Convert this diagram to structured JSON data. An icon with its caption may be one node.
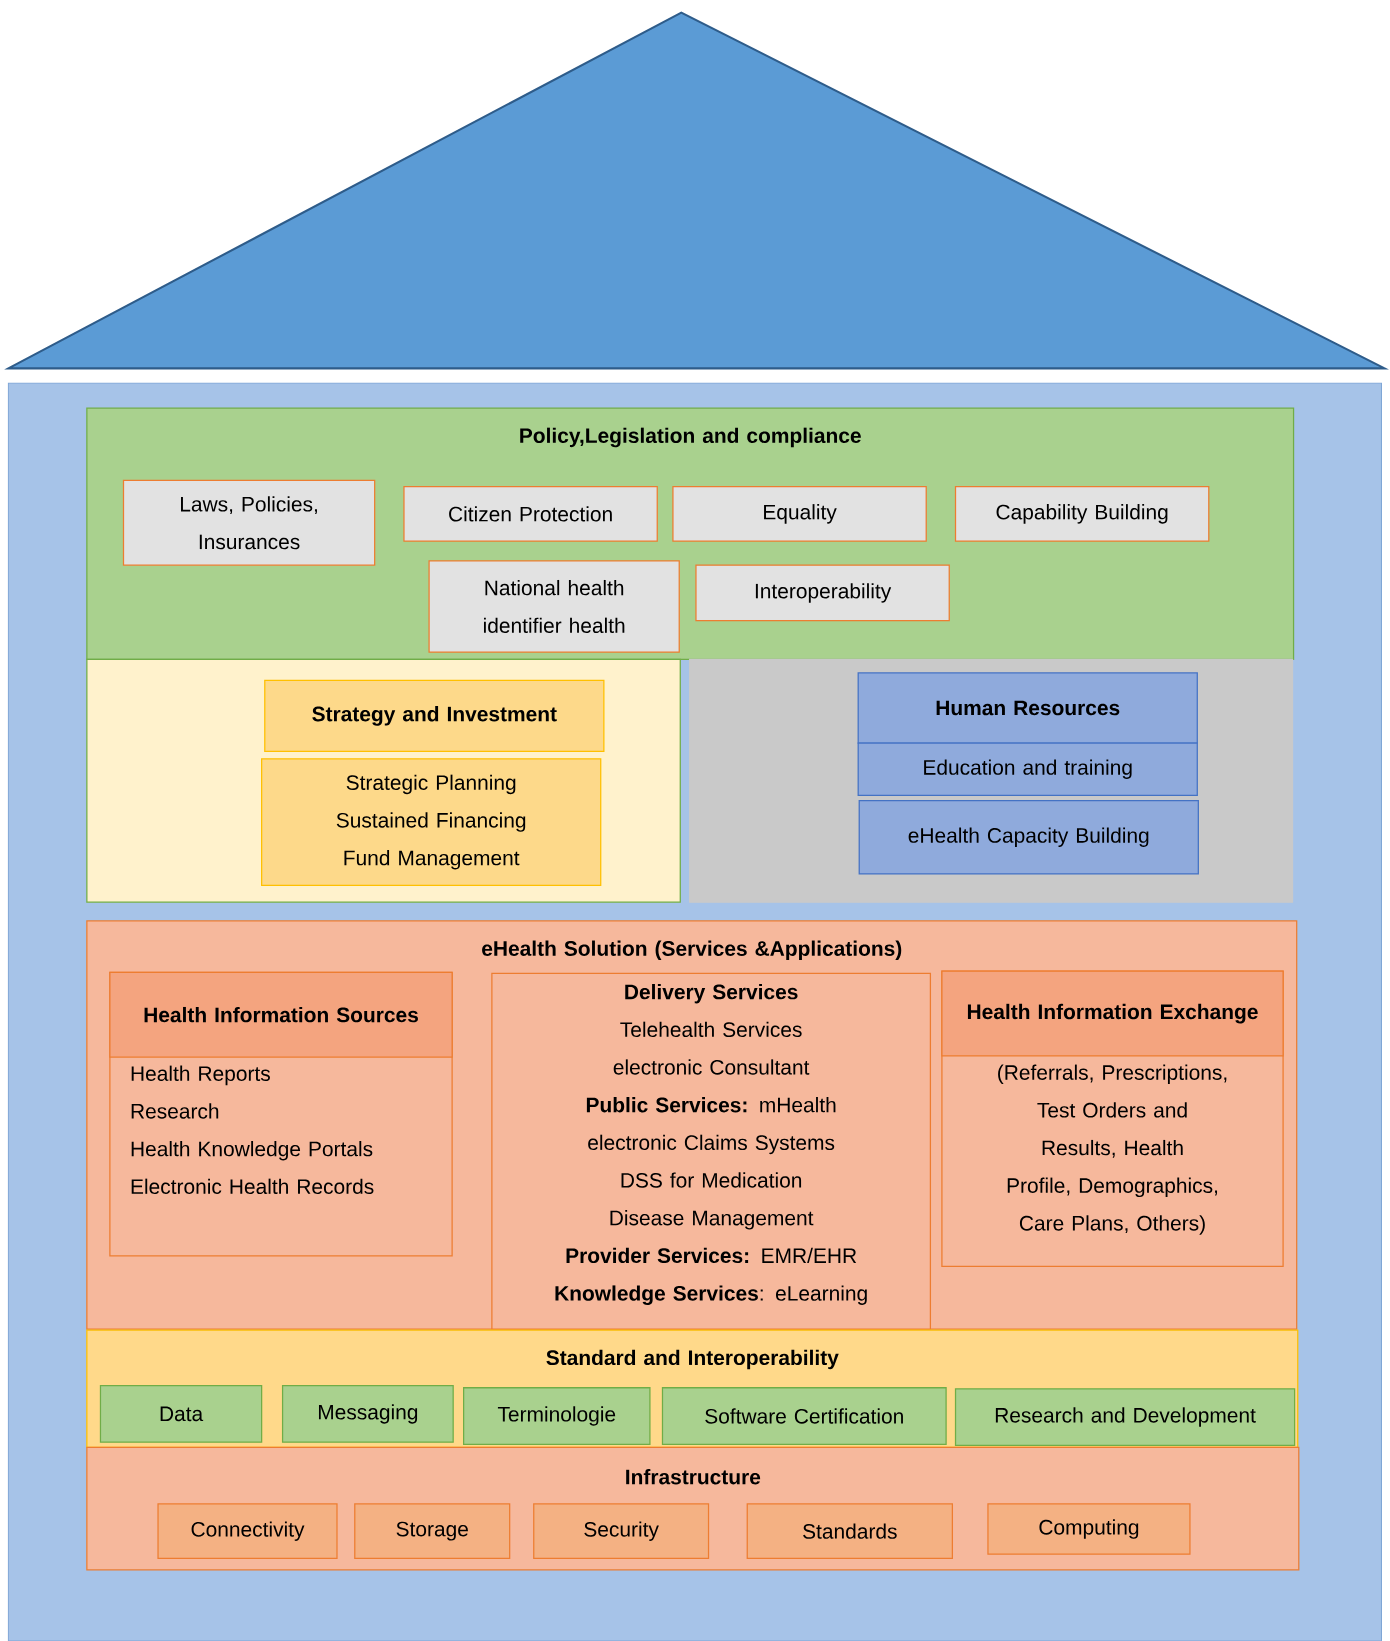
{
  "diagram": {
    "nodes": [
      {
        "text": [
          "Policy,Legislation and compliance"
        ]
      },
      {
        "text": [
          "Laws, Policies, Insurances"
        ],
        "in": 0
      },
      {
        "text": [
          "Citizen Protection"
        ],
        "in": 0
      },
      {
        "text": [
          "Equality"
        ],
        "in": 0
      },
      {
        "text": [
          "Capability Building"
        ],
        "in": 0
      },
      {
        "text": [
          "National health identifier health"
        ],
        "in": 0
      },
      {
        "text": [
          "Interoperability"
        ],
        "in": 0
      },
      {
        "text": [],
        "shape": "box"
      },
      {
        "text": [
          "Strategy and Investment"
        ],
        "in": 7
      },
      {
        "text": [
          "Strategic Planning",
          "Sustained Financing",
          "Fund Management"
        ],
        "in": 7
      },
      {
        "text": [],
        "shape": "box"
      },
      {
        "text": [
          "Human Resources"
        ],
        "in": 10
      },
      {
        "text": [
          "Education and training"
        ],
        "in": 10
      },
      {
        "text": [
          "eHealth Capacity Building"
        ],
        "in": 10
      },
      {
        "text": [
          "eHealth Solution (Services &Applications)"
        ]
      },
      {
        "text": [
          "Health Information Sources",
          "Health Reports",
          "Research",
          "Health Knowledge Portals",
          "Electronic Health Records"
        ],
        "in": 14
      },
      {
        "text": [
          "Delivery Services",
          "Telehealth Services",
          "electronic Consultant",
          "**Public Services:** mHealth",
          "electronic Claims Systems",
          "DSS for Medication",
          "Disease Management",
          "**Provider Services:** EMR/EHR",
          "**Knowledge Services**: eLearning"
        ],
        "in": 14
      },
      {
        "text": [
          "Health Information Exchange",
          "(Referrals, Prescriptions, Test Orders and Results, Health Profile, Demographics, Care Plans, Others)"
        ],
        "in": 14
      },
      {
        "text": [
          "Standard and Interoperability"
        ]
      },
      {
        "text": [
          "Data"
        ],
        "in": 18
      },
      {
        "text": [
          "Messaging"
        ],
        "in": 18
      },
      {
        "text": [
          "Terminologie"
        ],
        "in": 18
      },
      {
        "text": [
          "Software Certification"
        ],
        "in": 18
      },
      {
        "text": [
          "Research and Development"
        ],
        "in": 18
      },
      {
        "text": [
          "Infrastructure"
        ]
      },
      {
        "text": [
          "Connectivity"
        ],
        "in": 24
      },
      {
        "text": [
          "Storage"
        ],
        "in": 24
      },
      {
        "text": [
          "Security"
        ],
        "in": 24
      },
      {
        "text": [
          "Standards"
        ],
        "in": 24
      },
      {
        "text": [
          "Computing"
        ],
        "in": 24
      }
    ]
  }
}
